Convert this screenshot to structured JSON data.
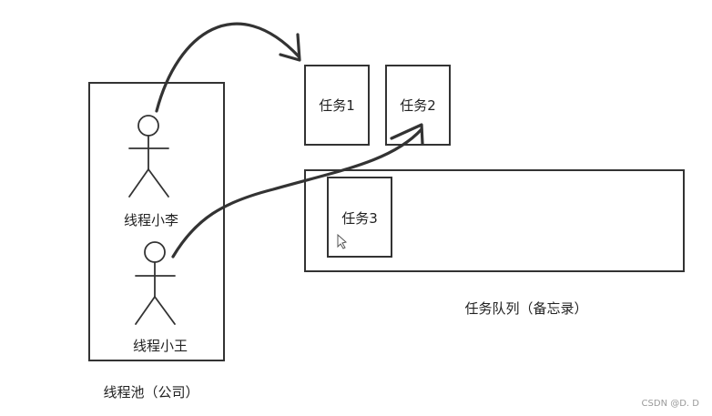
{
  "pool": {
    "label": "线程池（公司）",
    "workers": [
      {
        "label": "线程小李"
      },
      {
        "label": "线程小王"
      }
    ]
  },
  "tasks": [
    {
      "label": "任务1"
    },
    {
      "label": "任务2"
    },
    {
      "label": "任务3"
    }
  ],
  "queue": {
    "label": "任务队列（备忘录）"
  },
  "watermark": "CSDN @D. D",
  "colors": {
    "stroke": "#333333",
    "text": "#222222",
    "watermark": "#9a9a9a",
    "background": "#ffffff"
  }
}
